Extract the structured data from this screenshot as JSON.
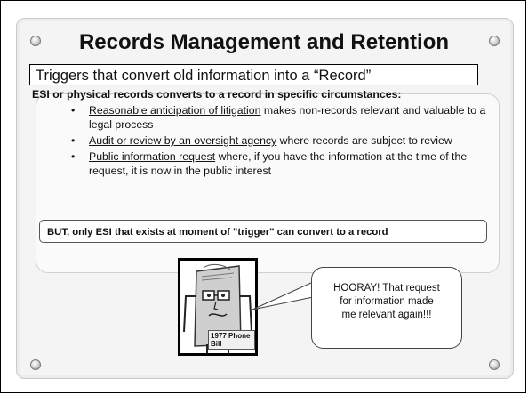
{
  "slide": {
    "title": "Records Management and Retention",
    "subtitle": "Triggers that convert old information into a “Record”",
    "lead": "ESI or physical records converts to a record in specific circumstances:",
    "bullets": [
      {
        "underlined": "Reasonable anticipation of litigation",
        "rest": " makes non-records  relevant and valuable to a legal process"
      },
      {
        "underlined": "Audit or review by an oversight agency",
        "rest": " where records are subject to review"
      },
      {
        "underlined": "Public information request",
        "rest": " where, if you have the information at the time of the request, it is now in the public interest"
      }
    ],
    "bullet_glyph": "•",
    "but_note": "BUT, only ESI that exists at moment of \"trigger\" can convert to a record",
    "cartoon": {
      "icon": "phone-bill-cartoon-icon",
      "label": "1977 Phone Bill"
    },
    "speech": {
      "line1": "HOORAY!  That request",
      "line2": "for information made",
      "line3": "me relevant again!!!"
    }
  }
}
